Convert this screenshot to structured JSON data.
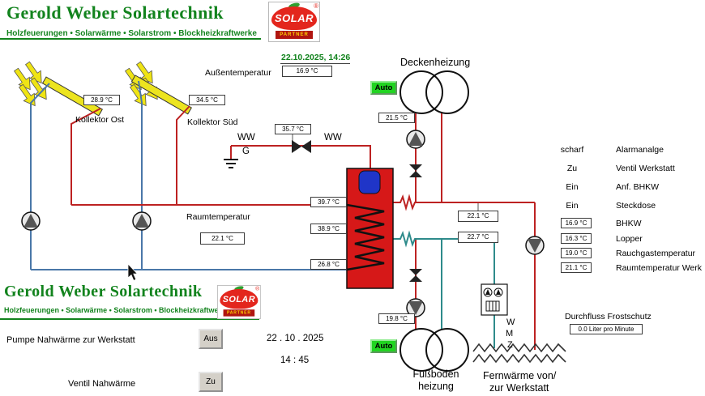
{
  "header": {
    "title": "Gerold Weber Solartechnik",
    "subtitle": "Holzfeuerungen  •  Solarwärme  •  Solarstrom  •  Blockheizkraftwerke"
  },
  "logo": {
    "name": "SOLAR",
    "sub": "PARTNER",
    "reg": "®"
  },
  "datetime": {
    "top": "22.10.2025,  14:26",
    "date": "22 . 10 . 2025",
    "time": "14  :  45"
  },
  "sensors": {
    "aussentemperatur": {
      "label": "Außentemperatur",
      "value": "16.9 °C"
    },
    "kollektor_ost": {
      "label": "Kollektor Ost",
      "value": "28.9 °C"
    },
    "kollektor_sued": {
      "label": "Kollektor Süd",
      "value": "34.5 °C"
    },
    "deckenheizung_vorlauf": "21.5 °C",
    "ww_vorlauf": "35.7 °C",
    "speicher_oben": "39.7 °C",
    "speicher_mitte": "38.9 °C",
    "speicher_unten": "26.8 °C",
    "raumtemperatur": {
      "label": "Raumtemperatur",
      "value": "22.1 °C"
    },
    "kreis_rechts_oben": "22.1 °C",
    "kreis_rechts_unten": "22.7 °C",
    "fussboden_vorlauf": "19.8 °C"
  },
  "labels": {
    "deckenheizung": "Deckenheizung",
    "ww": "WW",
    "g": "G",
    "fussboden_1": "Fußboden",
    "fussboden_2": "heizung",
    "fernwaerme_1": "Fernwärme von/",
    "fernwaerme_2": "zur Werkstatt",
    "wmz_w": "W",
    "wmz_m": "M",
    "wmz_z": "Z",
    "pumpe_nahwaerme": "Pumpe Nahwärme zur Werkstatt",
    "ventil_nahwaerme": "Ventil Nahwärme"
  },
  "flow": {
    "label": "Durchfluss Frostschutz",
    "value": "0.0 Liter pro Minute"
  },
  "buttons": {
    "auto": "Auto",
    "aus": "Aus",
    "zu": "Zu"
  },
  "status_list": [
    {
      "state": "scharf",
      "label": "Alarmanalge"
    },
    {
      "state": "Zu",
      "label": "Ventil Werkstatt"
    },
    {
      "state": "Ein",
      "label": "Anf. BHKW"
    },
    {
      "state": "Ein",
      "label": "Steckdose"
    }
  ],
  "measure_list": [
    {
      "value": "16.9 °C",
      "label": "BHKW"
    },
    {
      "value": "16.3 °C",
      "label": "Lopper"
    },
    {
      "value": "19.0 °C",
      "label": "Rauchgastemperatur"
    },
    {
      "value": "21.1 °C",
      "label": "Raumtemperatur Werk"
    }
  ],
  "colors": {
    "brand_green": "#12831d",
    "pipe_hot": "#bd2222",
    "pipe_cold": "#4a77a8",
    "pipe_warm": "#2e8b8b",
    "tank": "#d61818",
    "auto_button": "#21d421",
    "collector": "#ece41f"
  }
}
